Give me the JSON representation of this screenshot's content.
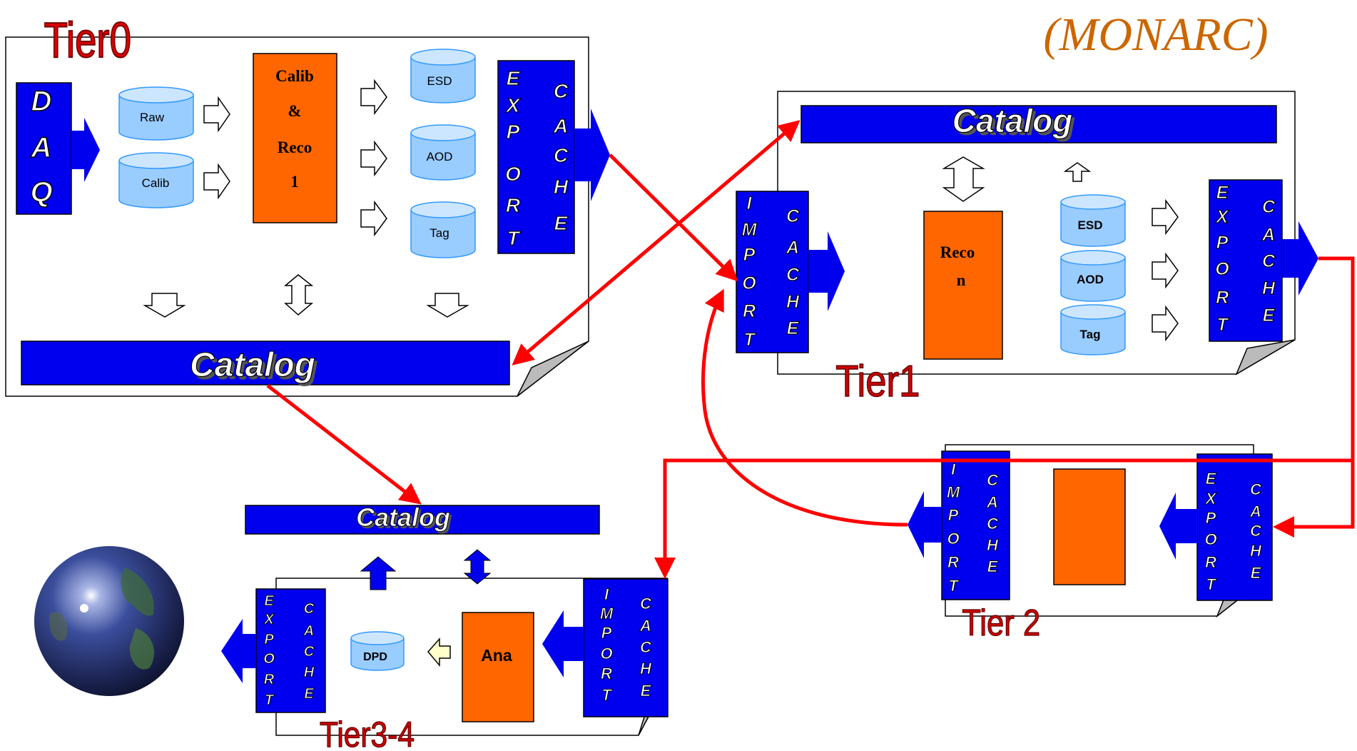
{
  "heading": "(MONARC)",
  "tier0": {
    "title": "Tier0",
    "daq": [
      "D",
      "A",
      "Q"
    ],
    "raw": "Raw",
    "calib": "Calib",
    "reco_box": [
      "Calib",
      "&",
      "Reco",
      "1"
    ],
    "esd": "ESD",
    "aod": "AOD",
    "tag": "Tag",
    "export": [
      "E",
      "X",
      "P",
      "O",
      "R",
      "T"
    ],
    "cache": [
      "C",
      "A",
      "C",
      "H",
      "E"
    ],
    "catalog": "Catalog"
  },
  "tier1": {
    "title": "Tier1",
    "catalog": "Catalog",
    "import": [
      "I",
      "M",
      "P",
      "O",
      "R",
      "T"
    ],
    "cache": [
      "C",
      "A",
      "C",
      "H",
      "E"
    ],
    "recon": [
      "Reco",
      "n"
    ],
    "esd": "ESD",
    "aod": "AOD",
    "tag": "Tag",
    "export": [
      "E",
      "X",
      "P",
      "O",
      "R",
      "T"
    ],
    "export_cache": [
      "C",
      "A",
      "C",
      "H",
      "E"
    ]
  },
  "tier2": {
    "title": "Tier 2",
    "import": [
      "I",
      "M",
      "P",
      "O",
      "R",
      "T"
    ],
    "cache": [
      "C",
      "A",
      "C",
      "H",
      "E"
    ],
    "export": [
      "E",
      "X",
      "P",
      "O",
      "R",
      "T"
    ],
    "export_cache": [
      "C",
      "A",
      "C",
      "H",
      "E"
    ]
  },
  "tier34": {
    "title": "Tier3-4",
    "catalog": "Catalog",
    "export": [
      "E",
      "X",
      "P",
      "O",
      "R",
      "T"
    ],
    "cache": [
      "C",
      "A",
      "C",
      "H",
      "E"
    ],
    "dpd": "DPD",
    "ana": "Ana",
    "import": [
      "I",
      "M",
      "P",
      "O",
      "R",
      "T"
    ],
    "import_cache": [
      "C",
      "A",
      "C",
      "H",
      "E"
    ]
  },
  "colors": {
    "blue": "#0000ee",
    "orange": "#ff6600",
    "cylinder": "#99ccff",
    "red_link": "#ff0000",
    "title_orange": "#cc6600",
    "tier_red": "#cc0000"
  }
}
